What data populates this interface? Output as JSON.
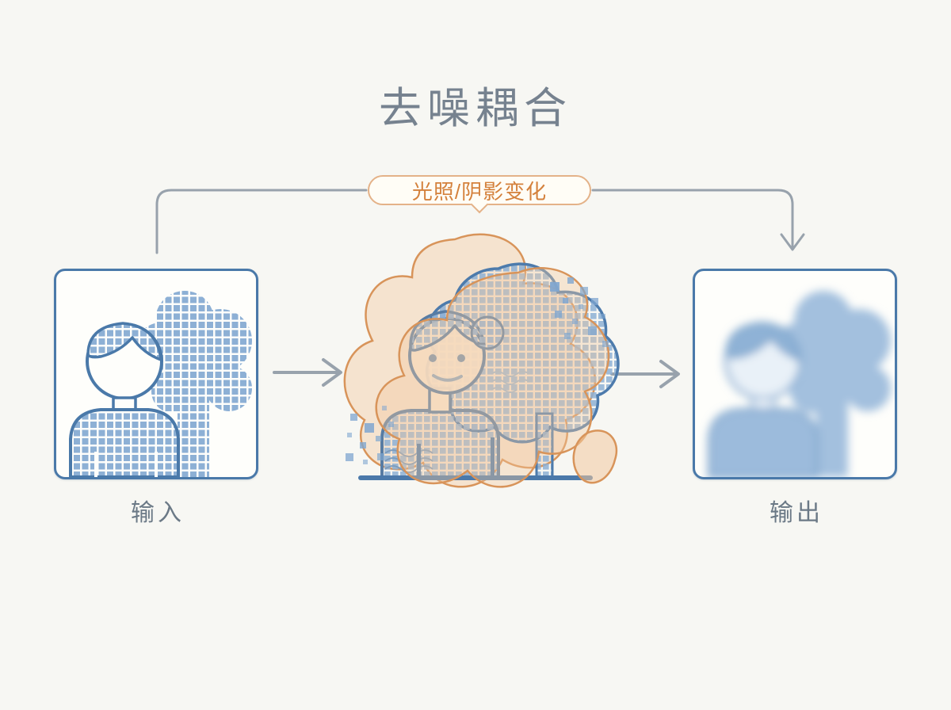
{
  "title": {
    "text": "去噪耦合",
    "color": "#76828f"
  },
  "connector": {
    "label": "光照/阴影变化",
    "text_color": "#d4813c",
    "pill_border_color": "#e4b288",
    "pill_fill": "#fffdf6",
    "line_color": "#98a2ac",
    "arrow_style": "open-chevron"
  },
  "panels": {
    "input": {
      "label": "输入",
      "icon": "person-and-tree-grid-illustration",
      "frame_border_color": "#4a79a9",
      "grid_color": "#8db0d5"
    },
    "middle": {
      "label": "",
      "icon": "noisy-person-and-tree-illustration",
      "blob_fill": "#f3c99e",
      "blob_stroke": "#d8945a",
      "noise_pixel_color": "#7fa6d0"
    },
    "output": {
      "label": "输出",
      "icon": "blurred-person-and-tree-illustration",
      "frame_border_color": "#4a79a9",
      "blur_color": "#9fbddd"
    }
  },
  "flow": {
    "arrow_left_to_middle": "input-to-noisy",
    "arrow_middle_to_right": "noisy-to-output",
    "top_bypass": "lighting-shadow-variation-from-input-to-output"
  },
  "colors": {
    "background": "#f7f7f3",
    "label_text": "#6b7986",
    "outline_blue": "#4a79a9",
    "grid_blue": "#8db0d5"
  }
}
